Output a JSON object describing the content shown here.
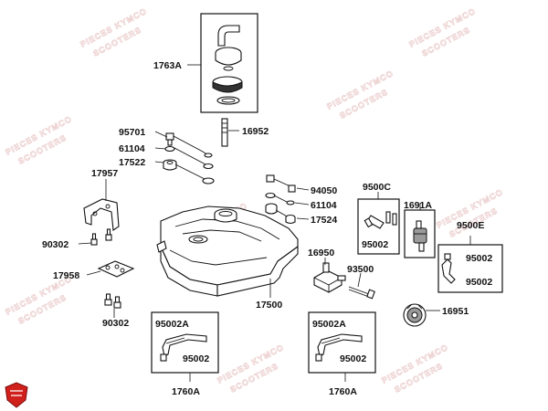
{
  "watermark": {
    "line1": "PIECES KYMCO",
    "line2": "SCOOTERS"
  },
  "callouts": {
    "p1763A": "1763A",
    "p95701": "95701",
    "p61104a": "61104",
    "p17522": "17522",
    "p16952": "16952",
    "p17957": "17957",
    "p94050": "94050",
    "p61104b": "61104",
    "p17524": "17524",
    "p9500C": "9500C",
    "p95002c": "95002",
    "p1691A": "1691A",
    "p9500E": "9500E",
    "p95002e1": "95002",
    "p95002e2": "95002",
    "p90302a": "90302",
    "p16950": "16950",
    "p93500": "93500",
    "p17958": "17958",
    "p17500": "17500",
    "p90302b": "90302",
    "p16951": "16951",
    "p95002Aa": "95002A",
    "p95002a": "95002",
    "p1760Aa": "1760A",
    "p95002Ab": "95002A",
    "p95002b": "95002",
    "p1760Ab": "1760A"
  },
  "logo": {
    "color": "#d0201c"
  }
}
